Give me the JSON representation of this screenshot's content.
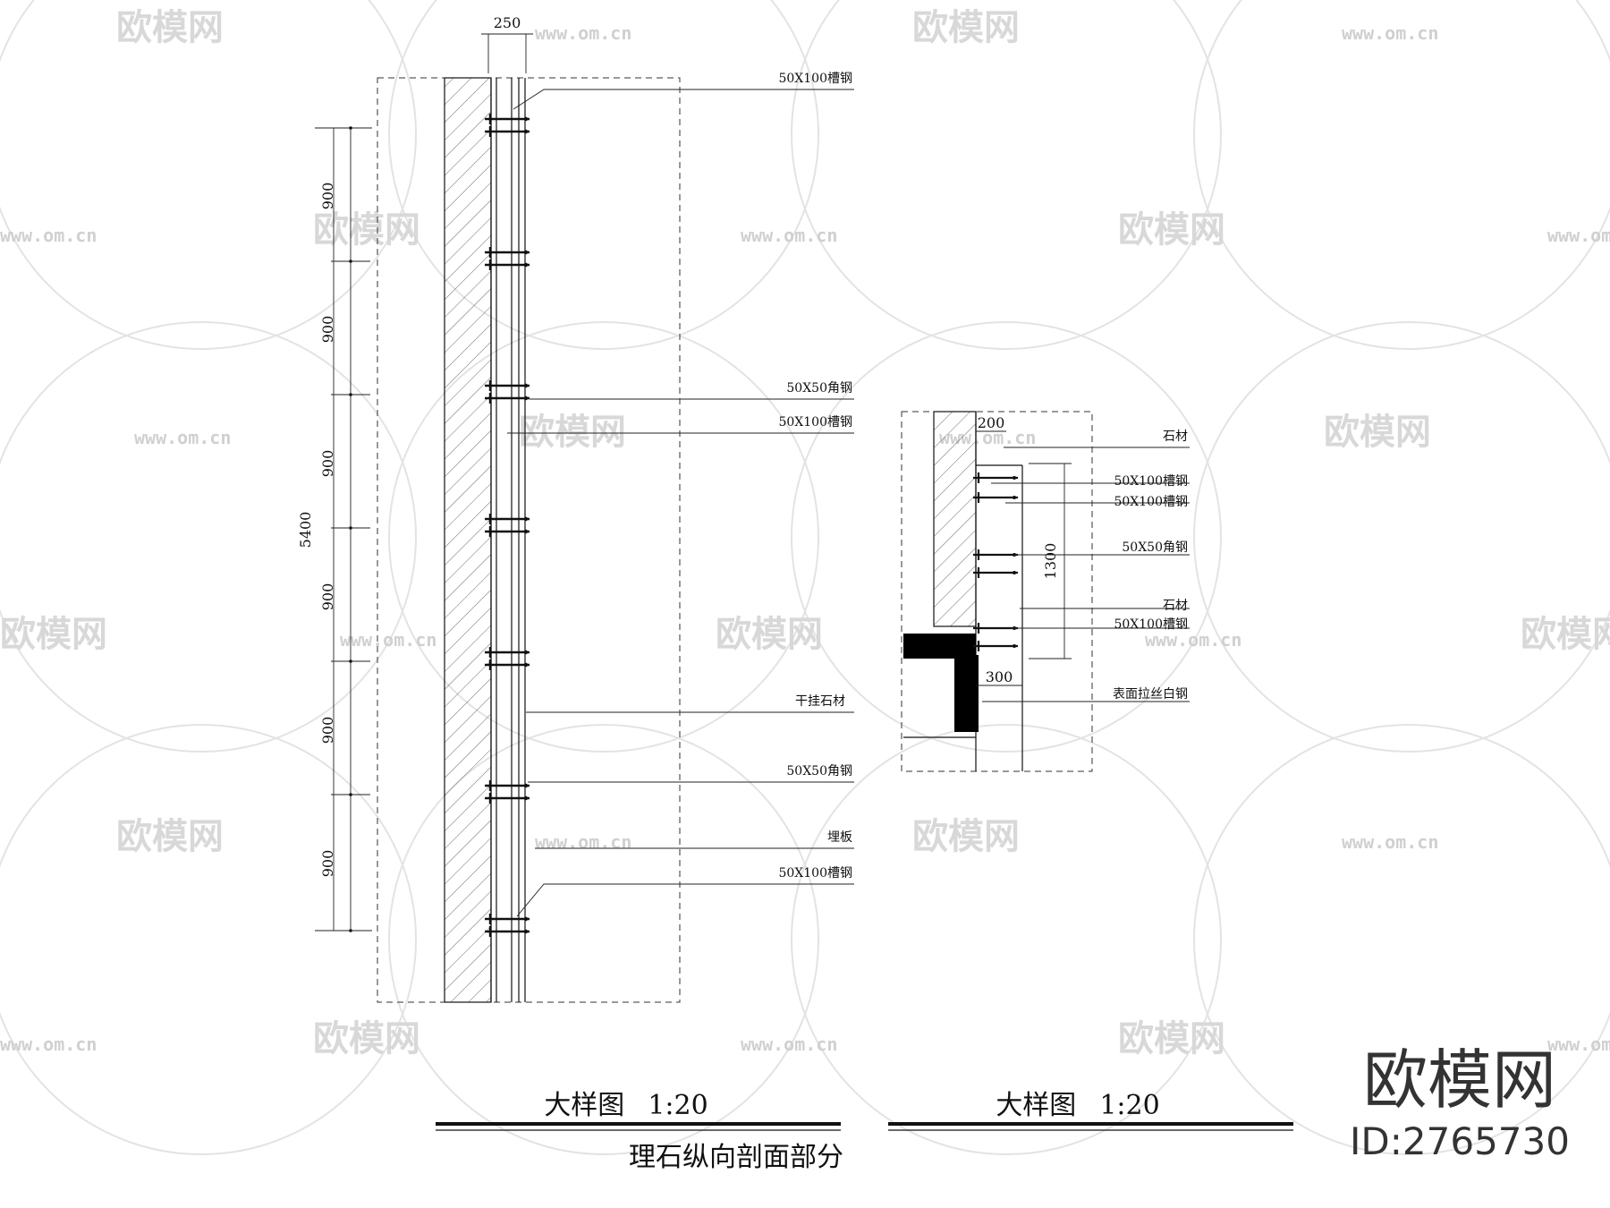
{
  "watermark": {
    "brand": "欧模网",
    "url": "www.om.cn"
  },
  "left_detail": {
    "top_dimension": "250",
    "total_dimension": "5400",
    "segment_dimensions": [
      "900",
      "900",
      "900",
      "900",
      "900",
      "900"
    ],
    "callouts": [
      "50X100槽钢",
      "50X50角钢",
      "50X100槽钢",
      "干挂石材",
      "50X50角钢",
      "埋板",
      "50X100槽钢"
    ],
    "title": "大样图",
    "scale": "1:20",
    "subtitle": "理石纵向剖面部分"
  },
  "right_detail": {
    "top_dimension": "200",
    "height_dimension": "1300",
    "bottom_dimension": "300",
    "callouts": [
      "石材",
      "50X100槽钢",
      "50X100槽钢",
      "50X50角钢",
      "石材",
      "50X100槽钢",
      "表面拉丝白钢"
    ],
    "title": "大样图",
    "scale": "1:20"
  },
  "brand_block": {
    "logo_text": "欧模网",
    "id_text": "ID:2765730"
  }
}
